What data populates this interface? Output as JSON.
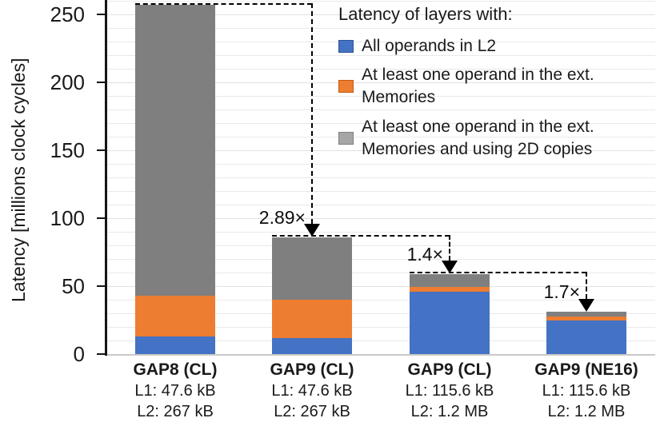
{
  "chart_data": {
    "type": "bar",
    "stacked": true,
    "title": "",
    "xlabel": "",
    "ylabel": "Latency [millions clock cycles]",
    "ylim": [
      0,
      260
    ],
    "yticks": [
      0,
      50,
      100,
      150,
      200,
      250
    ],
    "gridline_step": 10,
    "grid": true,
    "legend_position": "top-right",
    "categories": [
      {
        "label": "GAP8 (CL)",
        "sub1": "L1: 47.6 kB",
        "sub2": "L2: 267 kB"
      },
      {
        "label": "GAP9 (CL)",
        "sub1": "L1: 47.6 kB",
        "sub2": "L2: 267 kB"
      },
      {
        "label": "GAP9 (CL)",
        "sub1": "L1: 115.6 kB",
        "sub2": "L2: 1.2 MB"
      },
      {
        "label": "GAP9 (NE16)",
        "sub1": "L1: 115.6 kB",
        "sub2": "L2: 1.2 MB"
      }
    ],
    "series": [
      {
        "name": "All operands in L2",
        "color": "#4472C4",
        "values": [
          13,
          12,
          46,
          25
        ]
      },
      {
        "name": "At least one operand in the ext. Memories",
        "color": "#ED7D31",
        "values": [
          30,
          28,
          3.5,
          2.5
        ]
      },
      {
        "name": "At least one operand in the ext. Memories and using 2D copies",
        "color": "#7F7F7F",
        "values": [
          214,
          46,
          9.5,
          3.5
        ]
      }
    ],
    "bar_totals": [
      257,
      86,
      59,
      31
    ],
    "annotations": [
      {
        "label": "2.89×",
        "from_bar": 0,
        "to_bar": 1
      },
      {
        "label": "1.4×",
        "from_bar": 1,
        "to_bar": 2
      },
      {
        "label": "1.7×",
        "from_bar": 2,
        "to_bar": 3
      }
    ]
  },
  "legend": {
    "title": "Latency of layers with:",
    "items": [
      {
        "label": "All operands in L2",
        "fill": "#4472C4",
        "border": "#2E5597"
      },
      {
        "label": "At least one operand in the ext.\nMemories",
        "fill": "#ED7D31",
        "border": "#C55A11"
      },
      {
        "label": "At least one operand in the ext.\nMemories and using 2D copies",
        "fill": "#A6A6A6",
        "border": "#7F7F7F"
      }
    ]
  }
}
